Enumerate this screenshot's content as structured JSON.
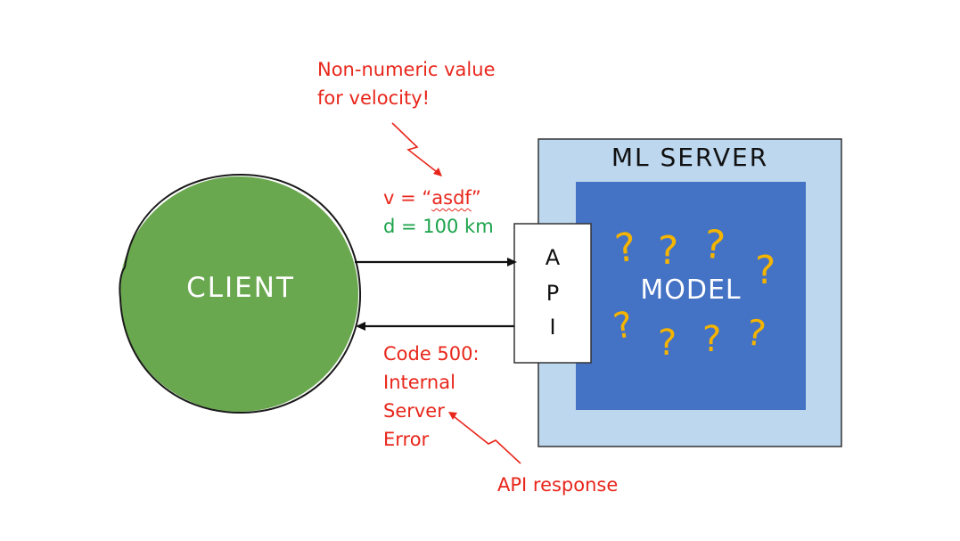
{
  "annotations": {
    "request_note_line1": "Non-numeric value",
    "request_note_line2": "for velocity!",
    "response_note": "API response"
  },
  "request": {
    "v_prefix": "v = “",
    "v_value": "asdf",
    "v_suffix": "”",
    "d_line": "d = 100 km"
  },
  "response": {
    "line1": "Code 500:",
    "line2": "Internal",
    "line3": "Server",
    "line4": "Error"
  },
  "client": {
    "label": "CLIENT"
  },
  "server": {
    "title": "ML SERVER",
    "api_letters": [
      "A",
      "P",
      "I"
    ],
    "model_label": "MODEL"
  },
  "colors": {
    "client_fill": "#6aa84f",
    "server_outer": "#bdd7ee",
    "model_fill": "#4472c4",
    "annotation_red": "#e8261b",
    "distance_green": "#1ba34a",
    "question_marks": "#f5b400"
  },
  "icons": {
    "question_marks": "question-mark-icon",
    "lightning_arrows": "zigzag-arrow-icon"
  }
}
